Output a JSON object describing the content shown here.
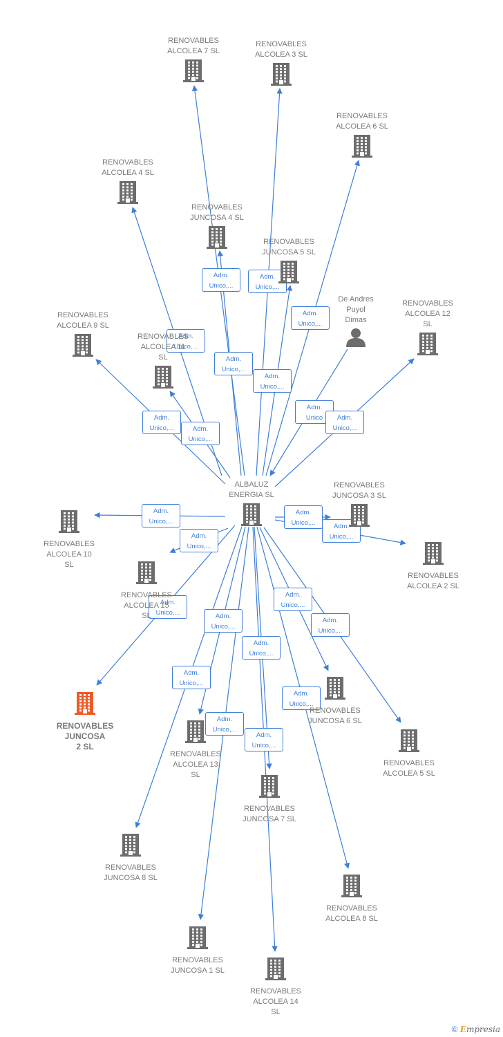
{
  "colors": {
    "edge": "#3d7fd9",
    "node_icon": "#6d6d6d",
    "highlight_icon": "#f05a28",
    "label_text": "#7a7a7a"
  },
  "footer": {
    "copyright": "©",
    "brand_letter": "E",
    "brand_rest": "mpresia"
  },
  "nodes": [
    {
      "id": "albaluz",
      "label": "ALBALUZ\nENERGIA  SL",
      "icon": "building-icon"
    },
    {
      "id": "alcolea7",
      "label": "RENOVABLES\nALCOLEA 7  SL",
      "icon": "building-icon"
    },
    {
      "id": "alcolea3",
      "label": "RENOVABLES\nALCOLEA 3  SL",
      "icon": "building-icon"
    },
    {
      "id": "alcolea6",
      "label": "RENOVABLES\nALCOLEA 6  SL",
      "icon": "building-icon"
    },
    {
      "id": "alcolea4",
      "label": "RENOVABLES\nALCOLEA 4  SL",
      "icon": "building-icon"
    },
    {
      "id": "juncosa4",
      "label": "RENOVABLES\nJUNCOSA 4  SL",
      "icon": "building-icon"
    },
    {
      "id": "juncosa5",
      "label": "RENOVABLES\nJUNCOSA 5  SL",
      "icon": "building-icon"
    },
    {
      "id": "deandres",
      "label": "De Andres\nPuyol\nDimas",
      "icon": "person-icon"
    },
    {
      "id": "alcolea12",
      "label": "RENOVABLES\nALCOLEA 12\nSL",
      "icon": "building-icon"
    },
    {
      "id": "alcolea9",
      "label": "RENOVABLES\nALCOLEA 9  SL",
      "icon": "building-icon"
    },
    {
      "id": "alcolea11",
      "label": "RENOVABLES\nALCOLEA 11\nSL",
      "icon": "building-icon"
    },
    {
      "id": "juncosa3",
      "label": "RENOVABLES\nJUNCOSA 3  SL",
      "icon": "building-icon"
    },
    {
      "id": "alcolea10",
      "label": "RENOVABLES\nALCOLEA 10\nSL",
      "icon": "building-icon"
    },
    {
      "id": "alcolea2",
      "label": "RENOVABLES\nALCOLEA 2  SL",
      "icon": "building-icon"
    },
    {
      "id": "alcoleaX",
      "label": "RENOVABLES\nALCOLEA 15\nSL",
      "icon": "building-icon"
    },
    {
      "id": "juncosa2",
      "label": "RENOVABLES\nJUNCOSA\n2  SL",
      "icon": "building-icon",
      "highlight": true
    },
    {
      "id": "juncosa6",
      "label": "RENOVABLES\nJUNCOSA 6  SL",
      "icon": "building-icon"
    },
    {
      "id": "alcolea5",
      "label": "RENOVABLES\nALCOLEA 5  SL",
      "icon": "building-icon"
    },
    {
      "id": "alcolea13",
      "label": "RENOVABLES\nALCOLEA 13\nSL",
      "icon": "building-icon"
    },
    {
      "id": "juncosa7",
      "label": "RENOVABLES\nJUNCOSA 7  SL",
      "icon": "building-icon"
    },
    {
      "id": "juncosa8",
      "label": "RENOVABLES\nJUNCOSA 8  SL",
      "icon": "building-icon"
    },
    {
      "id": "alcolea8",
      "label": "RENOVABLES\nALCOLEA 8  SL",
      "icon": "building-icon"
    },
    {
      "id": "juncosa1",
      "label": "RENOVABLES\nJUNCOSA 1  SL",
      "icon": "building-icon"
    },
    {
      "id": "alcolea14",
      "label": "RENOVABLES\nALCOLEA 14\nSL",
      "icon": "building-icon"
    }
  ],
  "edges": [
    {
      "from": "albaluz",
      "to": "alcolea7",
      "label": "Adm.\nUnico,..."
    },
    {
      "from": "albaluz",
      "to": "alcolea3",
      "label": "Adm.\nUnico,..."
    },
    {
      "from": "albaluz",
      "to": "alcolea6",
      "label": "Adm.\nUnico,..."
    },
    {
      "from": "albaluz",
      "to": "alcolea4",
      "label": "Adm.\nUnico,..."
    },
    {
      "from": "albaluz",
      "to": "juncosa4",
      "label": "Adm.\nUnico,..."
    },
    {
      "from": "albaluz",
      "to": "juncosa5",
      "label": "Adm.\nUnico,..."
    },
    {
      "from": "deandres",
      "to": "albaluz",
      "label": "Adm.\nUnico"
    },
    {
      "from": "albaluz",
      "to": "alcolea12",
      "label": "Adm.\nUnico,..."
    },
    {
      "from": "albaluz",
      "to": "alcolea9",
      "label": "Adm.\nUnico,..."
    },
    {
      "from": "albaluz",
      "to": "alcolea11",
      "label": "Adm.\nUnico,..."
    },
    {
      "from": "albaluz",
      "to": "juncosa3",
      "label": "Adm.\nUnico,..."
    },
    {
      "from": "albaluz",
      "to": "alcolea10",
      "label": "Adm.\nUnico,..."
    },
    {
      "from": "albaluz",
      "to": "alcolea2",
      "label": "Adm.\nUnico,..."
    },
    {
      "from": "albaluz",
      "to": "alcoleaX",
      "label": "Adm.\nUnico,..."
    },
    {
      "from": "albaluz",
      "to": "juncosa2",
      "label": "Adm.\nUnico,..."
    },
    {
      "from": "albaluz",
      "to": "juncosa6",
      "label": "Adm.\nUnico,..."
    },
    {
      "from": "albaluz",
      "to": "alcolea5",
      "label": "Adm.\nUnico,..."
    },
    {
      "from": "albaluz",
      "to": "alcolea13",
      "label": "Adm.\nUnico,..."
    },
    {
      "from": "albaluz",
      "to": "juncosa7",
      "label": "Adm.\nUnico,..."
    },
    {
      "from": "albaluz",
      "to": "juncosa8",
      "label": "Adm.\nUnico,..."
    },
    {
      "from": "albaluz",
      "to": "alcolea8",
      "label": "Adm.\nUnico,..."
    },
    {
      "from": "albaluz",
      "to": "juncosa1",
      "label": "Adm.\nUnico,..."
    },
    {
      "from": "albaluz",
      "to": "alcolea14",
      "label": "Adm.\nUnico,..."
    },
    {
      "from": "albaluz",
      "to": "juncosa2",
      "label": "Adm.\nUnico,..."
    }
  ]
}
